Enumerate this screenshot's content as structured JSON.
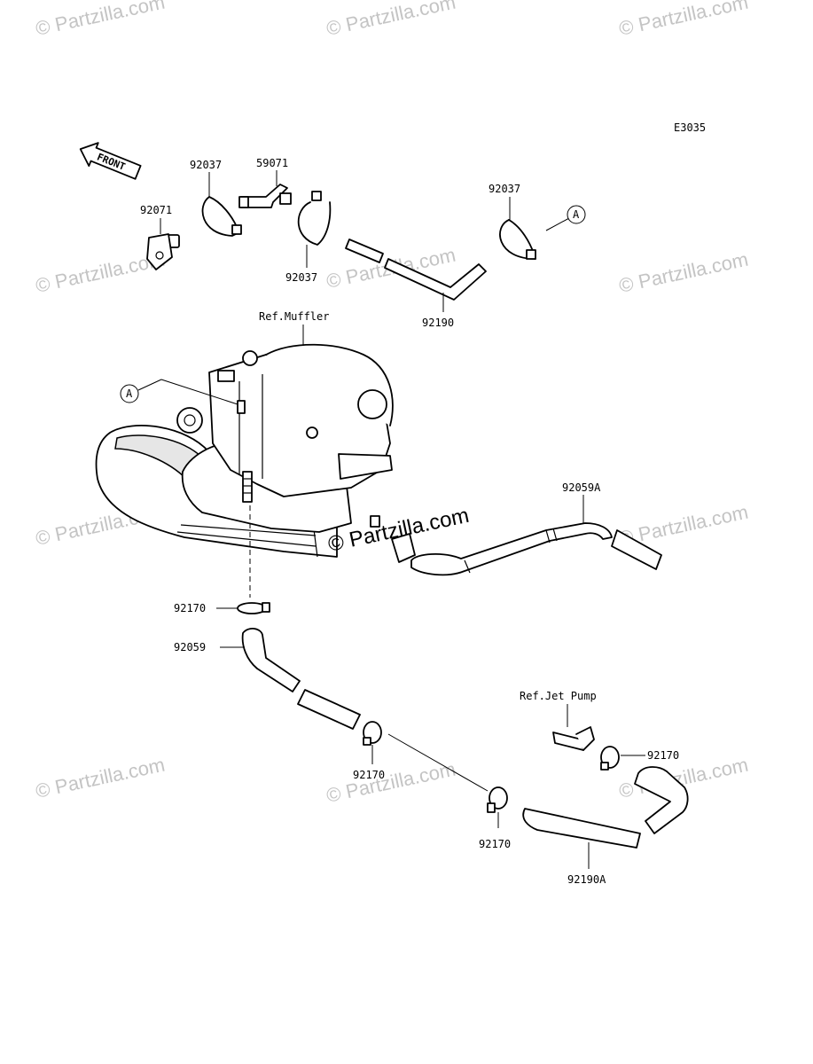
{
  "diagram_code": "E3035",
  "front_label": "FRONT",
  "watermark": "© Partzilla.com",
  "watermark_center": "© Partzilla.com",
  "callout_letter": "A",
  "labels": {
    "p92037_left": "92037",
    "p59071": "59071",
    "p92071": "92071",
    "p92037_mid": "92037",
    "p92037_right": "92037",
    "p92190": "92190",
    "ref_muffler": "Ref.Muffler",
    "p92059a": "92059A",
    "p92170_top": "92170",
    "p92059": "92059",
    "ref_jet_pump": "Ref.Jet Pump",
    "p92170_right": "92170",
    "p92170_mid": "92170",
    "p92170_low": "92170",
    "p92190a": "92190A"
  }
}
